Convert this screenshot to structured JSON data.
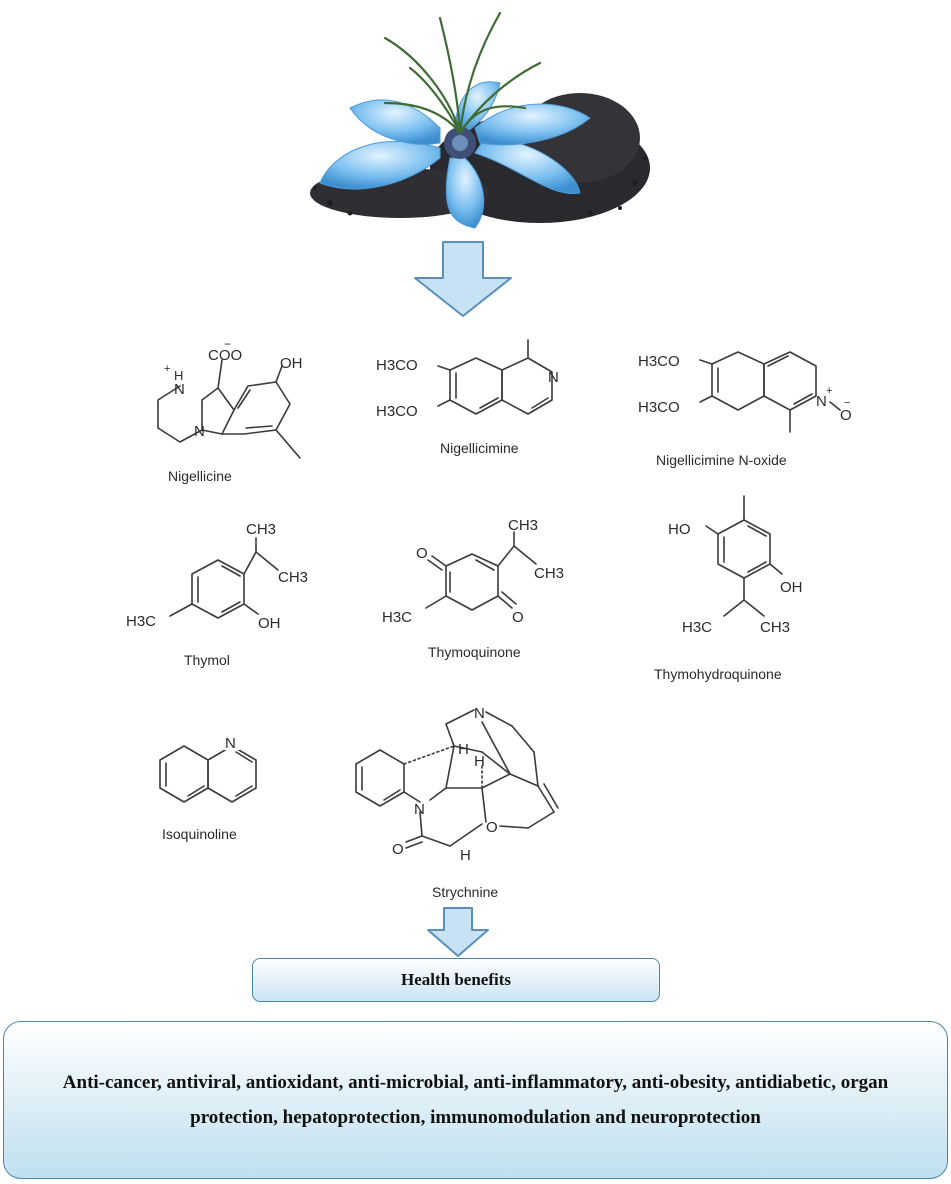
{
  "molecules": {
    "nigellicine": {
      "name": "Nigellicine",
      "coo": "COO",
      "minus": "−",
      "oh": "OH",
      "nh": "N",
      "h": "H",
      "plus": "+",
      "n": "N"
    },
    "nigellicimine": {
      "name": "Nigellicimine",
      "och3_top": "H3CO",
      "och3_bottom": "H3CO",
      "n": "N"
    },
    "nigellicimine_n_oxide": {
      "name": "Nigellicimine N-oxide",
      "och3_top": "H3CO",
      "och3_bottom": "H3CO",
      "n": "N",
      "plus": "+",
      "o": "O",
      "minus": "−"
    },
    "thymol": {
      "name": "Thymol",
      "ch3_a": "CH3",
      "ch3_b": "CH3",
      "h3c": "H3C",
      "oh": "OH"
    },
    "thymoquinone": {
      "name": "Thymoquinone",
      "ch3_a": "CH3",
      "ch3_b": "CH3",
      "h3c": "H3C",
      "o_top": "O",
      "o_bottom": "O"
    },
    "thymohydroquinone": {
      "name": "Thymohydroquinone",
      "ho": "HO",
      "oh": "OH",
      "h3c": "H3C",
      "ch3": "CH3"
    },
    "isoquinoline": {
      "name": "Isoquinoline",
      "n": "N"
    },
    "strychnine": {
      "name": "Strychnine",
      "n_top": "N",
      "n_left": "N",
      "h_top": "H",
      "h_mid": "H",
      "h_bottom": "H",
      "o_ring": "O",
      "o_keto": "O"
    }
  },
  "health_benefits_title": "Health benefits",
  "health_benefits_text": "Anti-cancer, antiviral, antioxidant, anti-microbial, anti-inflammatory, anti-obesity, antidiabetic, organ protection, hepatoprotection, immunomodulation and neuroprotection",
  "colors": {
    "arrow_fill": "#c7e2f4",
    "arrow_stroke": "#5b8fb9",
    "box_border": "#4a86a8",
    "flower": "#6fb4ea",
    "seeds": "#2a2a2e"
  }
}
